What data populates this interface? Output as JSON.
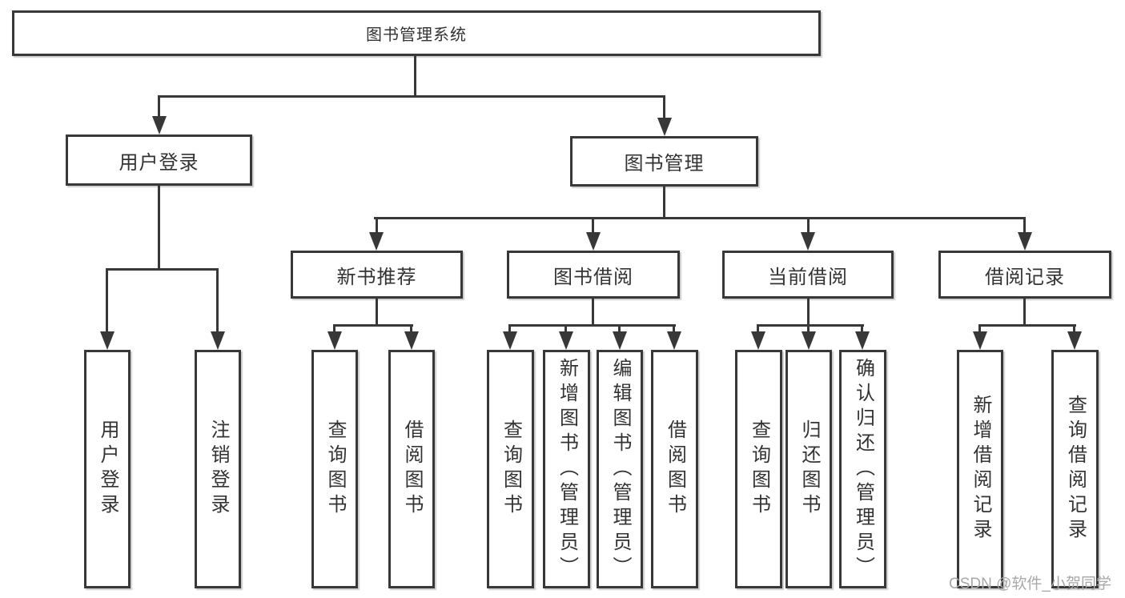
{
  "colors": {
    "line": "#383838",
    "text": "#333333",
    "watermark": "#a8a8a8",
    "background": "#ffffff"
  },
  "watermark": {
    "text": "CSDN @软件_小贺同学"
  },
  "tree": {
    "root": {
      "label": "图书管理系统"
    },
    "branches": [
      {
        "label": "用户登录",
        "children": [
          {
            "label": "用户登录"
          },
          {
            "label": "注销登录"
          }
        ]
      },
      {
        "label": "图书管理",
        "children": [
          {
            "label": "新书推荐",
            "children": [
              {
                "label": "查询图书"
              },
              {
                "label": "借阅图书"
              }
            ]
          },
          {
            "label": "图书借阅",
            "children": [
              {
                "label": "查询图书"
              },
              {
                "label": "新增图书（管理员）"
              },
              {
                "label": "编辑图书（管理员）"
              },
              {
                "label": "借阅图书"
              }
            ]
          },
          {
            "label": "当前借阅",
            "children": [
              {
                "label": "查询图书"
              },
              {
                "label": "归还图书"
              },
              {
                "label": "确认归还（管理员）"
              }
            ]
          },
          {
            "label": "借阅记录",
            "children": [
              {
                "label": "新增借阅记录"
              },
              {
                "label": "查询借阅记录"
              }
            ]
          }
        ]
      }
    ]
  }
}
